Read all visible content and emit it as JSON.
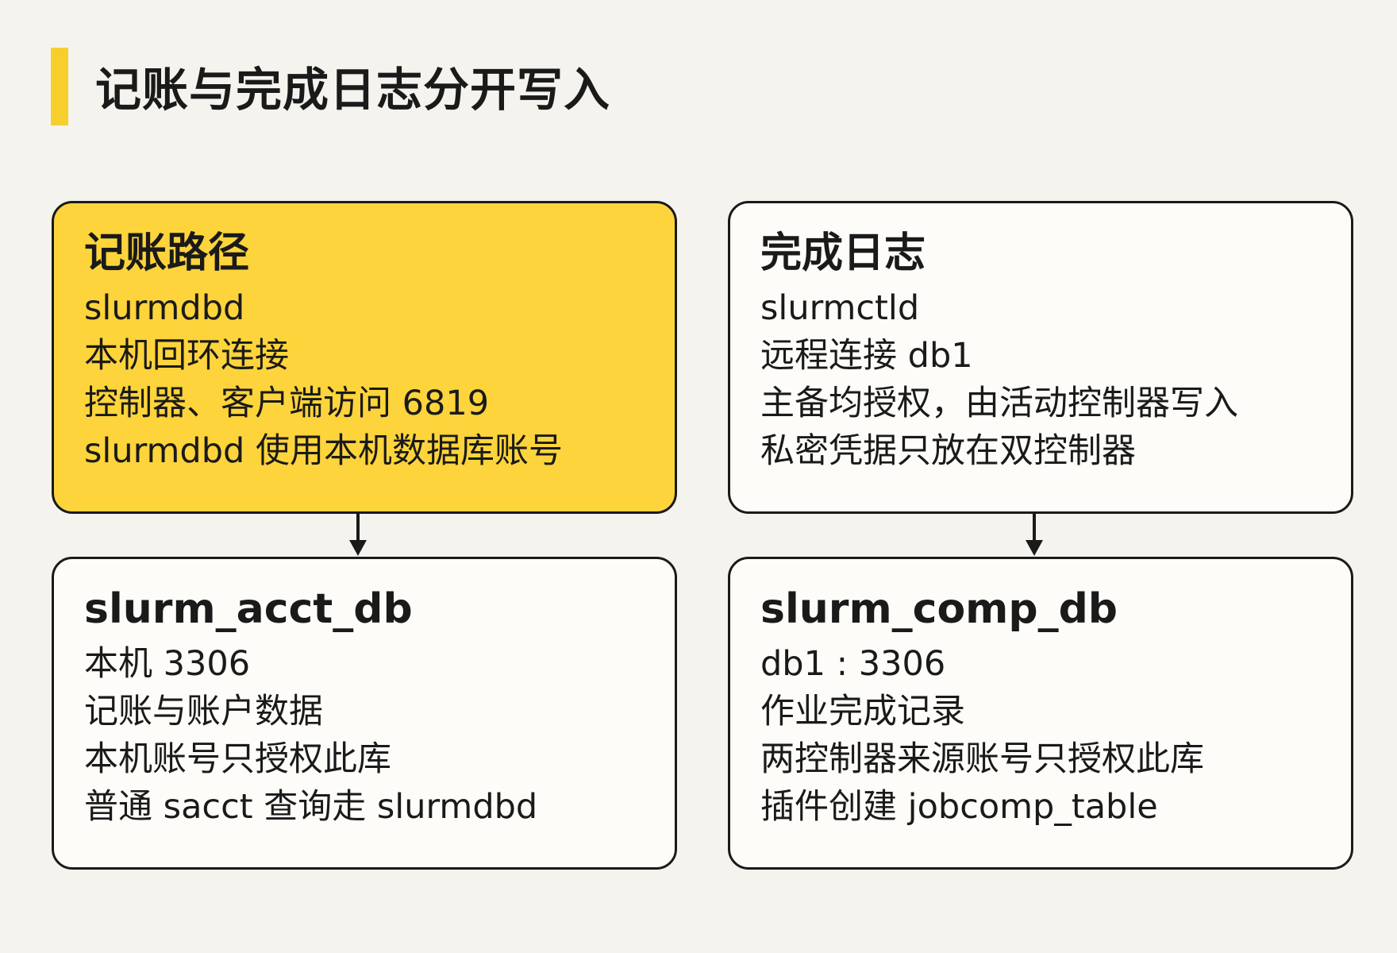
{
  "title": "记账与完成日志分开写入",
  "accent_color": "#f7cf2c",
  "highlight_color": "#fdd43b",
  "cards": {
    "accounting_path": {
      "title": "记账路径",
      "lines": [
        "slurmdbd",
        "本机回环连接",
        "控制器、客户端访问 6819",
        "slurmdbd 使用本机数据库账号"
      ]
    },
    "completion_log": {
      "title": "完成日志",
      "lines": [
        "slurmctld",
        "远程连接 db1",
        "主备均授权，由活动控制器写入",
        "私密凭据只放在双控制器"
      ]
    },
    "acct_db": {
      "title": "slurm_acct_db",
      "lines": [
        "本机 3306",
        "记账与账户数据",
        "本机账号只授权此库",
        "普通 sacct 查询走 slurmdbd"
      ]
    },
    "comp_db": {
      "title": "slurm_comp_db",
      "lines": [
        "db1 : 3306",
        "作业完成记录",
        "两控制器来源账号只授权此库",
        "插件创建 jobcomp_table"
      ]
    }
  }
}
